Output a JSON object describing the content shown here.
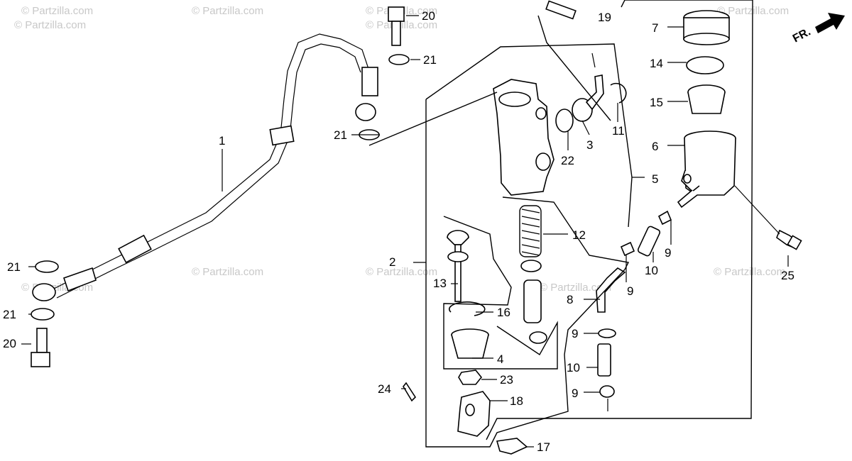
{
  "diagram": {
    "orientation_label": "FR.",
    "watermark": "© Partzilla.com",
    "callouts": [
      "1",
      "2",
      "3",
      "4",
      "5",
      "6",
      "7",
      "8",
      "9",
      "9",
      "9",
      "9",
      "10",
      "10",
      "11",
      "12",
      "13",
      "14",
      "15",
      "16",
      "17",
      "18",
      "19",
      "20",
      "20",
      "21",
      "21",
      "21",
      "21",
      "22",
      "23",
      "24",
      "25"
    ]
  }
}
